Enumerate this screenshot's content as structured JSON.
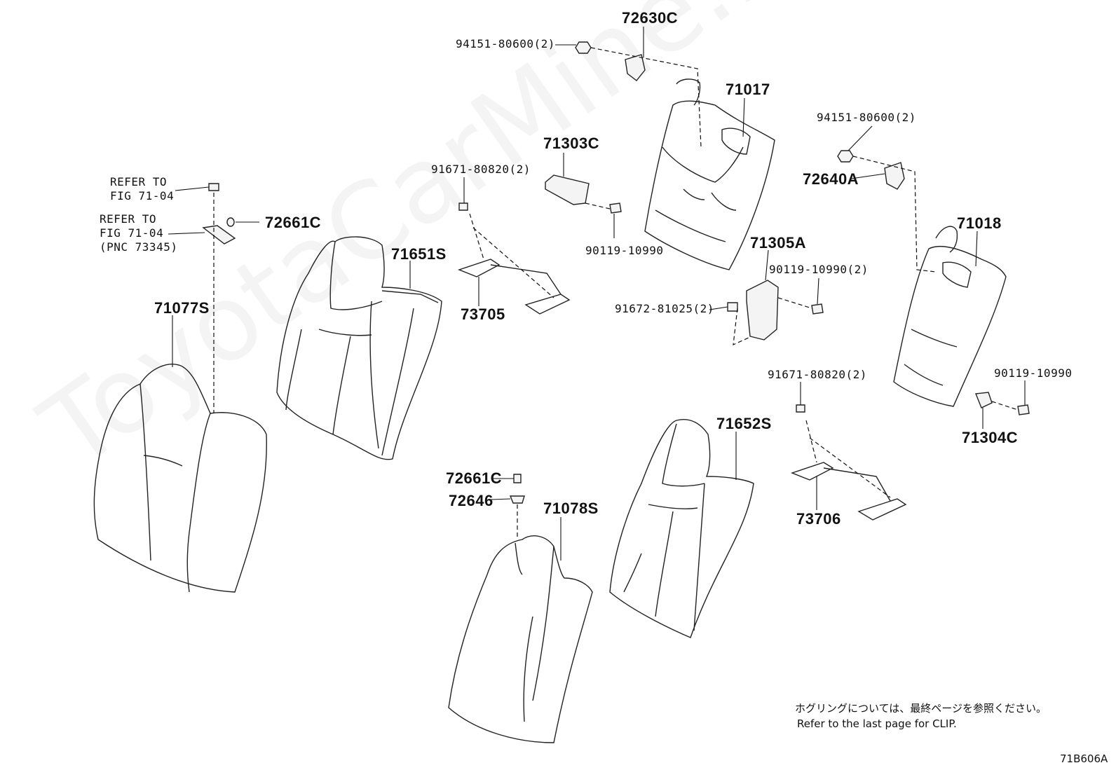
{
  "diagram": {
    "watermark": "ToyotaCarMine.ru",
    "diagram_code": "71B606A",
    "note_jp": "ホグリングについては、最終ページを参照ください。",
    "note_en": "Refer to the last page for CLIP.",
    "labels": {
      "p72630C": "72630C",
      "p94151_top": "94151-80600(2)",
      "p71017": "71017",
      "p71303C": "71303C",
      "p91671_a": "91671-80820(2)",
      "p90119_a": "90119-10990",
      "p94151_right": "94151-80600(2)",
      "p72640A": "72640A",
      "p71018": "71018",
      "refer1_line1": "REFER TO",
      "refer1_line2": "FIG 71-04",
      "refer2_line1": "REFER TO",
      "refer2_line2": "FIG 71-04",
      "refer2_line3": "(PNC 73345)",
      "p72661C_a": "72661C",
      "p71651S": "71651S",
      "p71077S": "71077S",
      "p73705": "73705",
      "p71305A": "71305A",
      "p90119_b": "90119-10990(2)",
      "p91672": "91672-81025(2)",
      "p91671_b": "91671-80820(2)",
      "p90119_c": "90119-10990",
      "p71304C": "71304C",
      "p71652S": "71652S",
      "p72661C_b": "72661C",
      "p72646": "72646",
      "p71078S": "71078S",
      "p73706": "73706"
    }
  }
}
